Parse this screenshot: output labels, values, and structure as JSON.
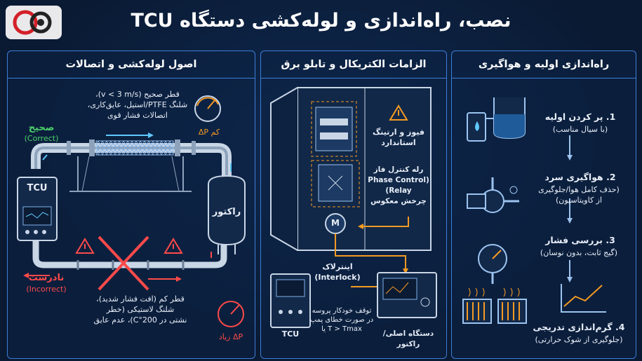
{
  "title": "نصب، راه‌اندازی و لوله‌کشی دستگاه TCU",
  "colors": {
    "accent": "#3d7ed8",
    "correct": "#4cd16a",
    "incorrect": "#ff4a4a",
    "orange": "#f59a23"
  },
  "panels": {
    "piping": {
      "header": "اصول لوله‌کشی و اتصالات",
      "correct_desc": "قطر صحیح (v < 3 m/s)،\nشلنگ PTFE/استیل، عایق‌کاری،\nاتصالات فشار قوی",
      "correct_label": "صحیح",
      "correct_label_en": "(Correct)",
      "low_dp_label": "کم ΔP",
      "tcu_label": "TCU",
      "reactor_label": "راکتور",
      "incorrect_label": "نادرست",
      "incorrect_label_en": "(Incorrect)",
      "incorrect_desc": "قطر کم (افت فشار شدید)،\nشلنگ لاستیکی (خطر\nنشتی در 200°C)، عدم عایق",
      "high_dp_label": "ΔP زیاد"
    },
    "electrical": {
      "header": "الزامات الکتریکال و تابلو برق",
      "fuse_label": "فیوز و ارتینگ\nاستاندارد",
      "relay_label": "رله کنترل فاز\n(Phase Control\nRelay)\nچرخش معکوس",
      "motor_label": "M",
      "interlock_label": "اینترلاک\n(Interlock)",
      "stop_label": "توقف خودکار پروسه\nدر صورت خطای پمپ\nT > Tmax یا",
      "tcu_label": "TCU",
      "main_device_label": "دستگاه اصلی/راکتور"
    },
    "startup": {
      "header": "راه‌اندازی اولیه و هواگیری",
      "steps": [
        {
          "title": "1. پر کردن اولیه",
          "desc": "(با سیال مناسب)"
        },
        {
          "title": "2. هواگیری سرد",
          "desc": "(حذف کامل هوا/جلوگیری\nاز کاویتاسیون)"
        },
        {
          "title": "3. بررسی فشار",
          "desc": "(گیج ثابت، بدون نوسان)"
        },
        {
          "title": "4. گرم‌اندازی تدریجی",
          "desc": "(جلوگیری از شوک حرارتی)"
        }
      ]
    }
  }
}
